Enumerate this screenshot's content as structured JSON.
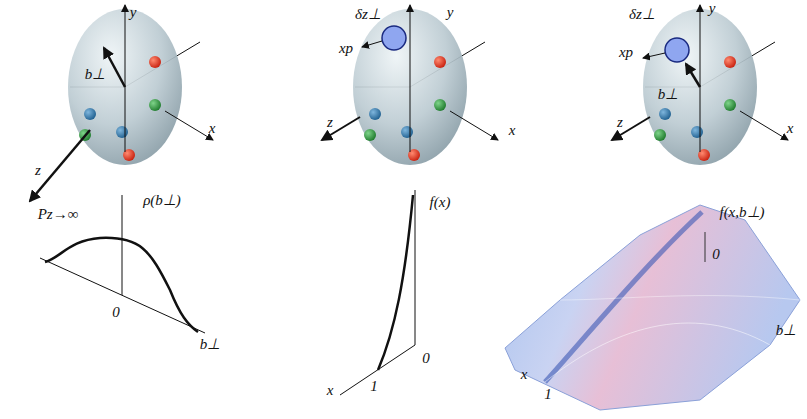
{
  "diagram": {
    "labels": [
      "y",
      "z",
      "x",
      "b⊥",
      "Pz→∞",
      "y",
      "δz⊥",
      "xp",
      "z",
      "x",
      "y",
      "δz⊥",
      "xp",
      "b⊥",
      "z",
      "x",
      "ρ(b⊥)",
      "0",
      "b⊥",
      "f(x)",
      "x",
      "1",
      "0",
      "f(x,b⊥)",
      "0",
      "x",
      "1",
      "b⊥"
    ]
  }
}
